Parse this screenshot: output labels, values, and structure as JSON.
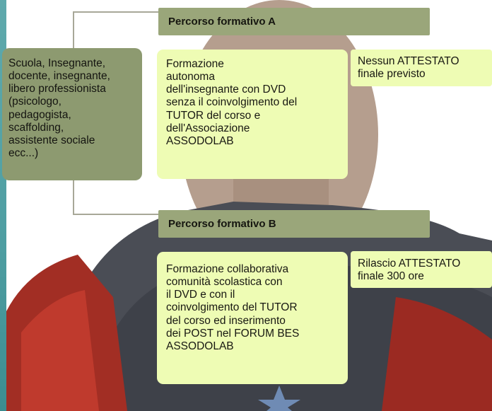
{
  "left_box": {
    "text": "Scuola, Insegnante,\ndocente, insegnante,\nlibero professionista\n(psicologo,\npedagogista,\nscaffolding,\nassistente sociale\necc...)"
  },
  "path_a": {
    "title": "Percorso formativo A",
    "content": "Formazione\nautonoma\ndell'insegnante con DVD\nsenza il coinvolgimento del\nTUTOR del corso e\ndell'Associazione\nASSODOLAB",
    "note": "Nessun ATTESTATO\nfinale previsto"
  },
  "path_b": {
    "title": "Percorso formativo B",
    "content": "Formazione collaborativa\ncomunità scolastica con\nil DVD e con il\ncoinvolgimento del TUTOR\ndel corso ed inserimento\ndei POST nel FORUM BES\nASSODOLAB",
    "note": "Rilascio ATTESTATO\nfinale 300 ore"
  },
  "colors": {
    "title_bar": "#9aa67a",
    "left_box": "#8d9a70",
    "content_box": "#eefcb4",
    "edge": "#4e9ea2"
  }
}
